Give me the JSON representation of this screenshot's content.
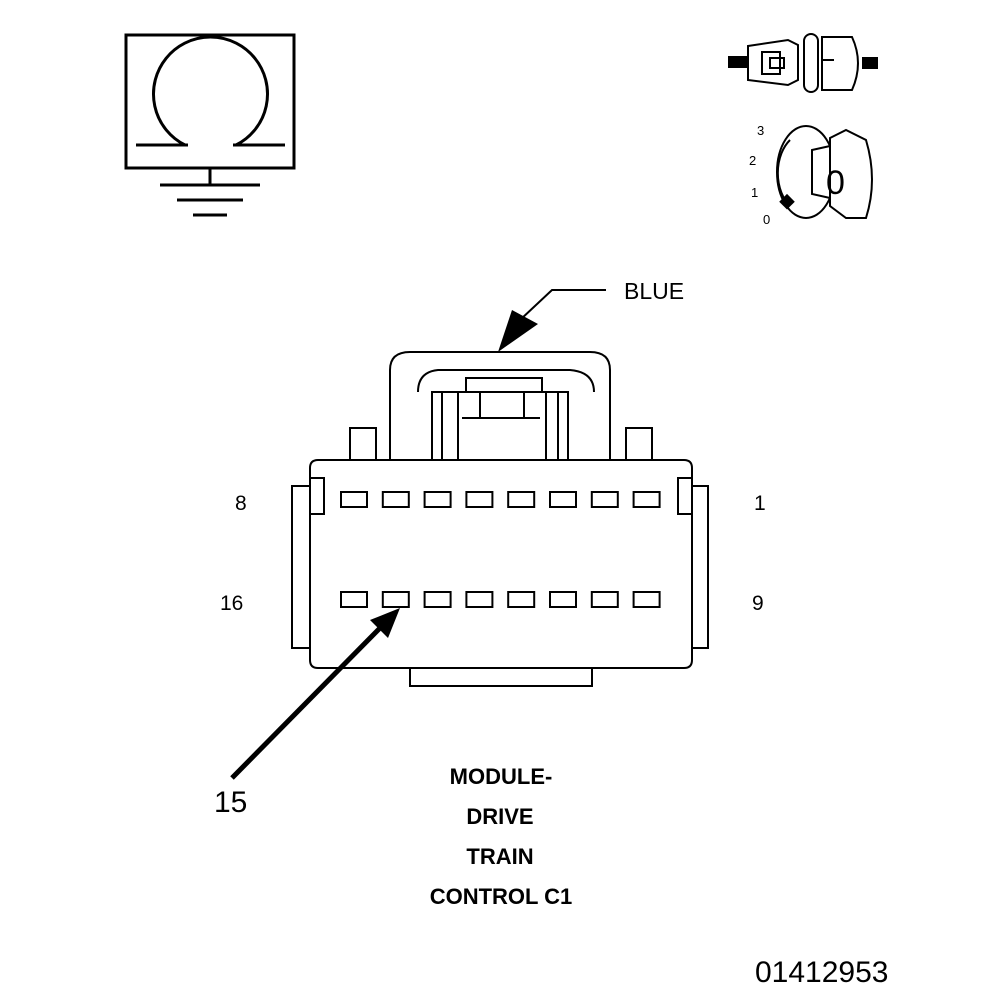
{
  "connector": {
    "color_label": "BLUE",
    "pin_labels": {
      "top_left": "8",
      "top_right": "1",
      "bottom_left": "16",
      "bottom_right": "9"
    },
    "callout_pin": "15",
    "pins_per_row": 8,
    "rows": 2
  },
  "title_lines": [
    "MODULE-",
    "DRIVE",
    "TRAIN",
    "CONTROL C1"
  ],
  "figure_id": "01412953",
  "key_switch": {
    "positions": [
      "3",
      "2",
      "1",
      "0"
    ],
    "key_label": "0"
  },
  "icons": {
    "ohmmeter": "ohmmeter-ground-icon",
    "connector": "disconnected-connector-icon",
    "ignition": "ignition-key-off-icon"
  },
  "colors": {
    "line": "#000000",
    "background": "#ffffff"
  }
}
